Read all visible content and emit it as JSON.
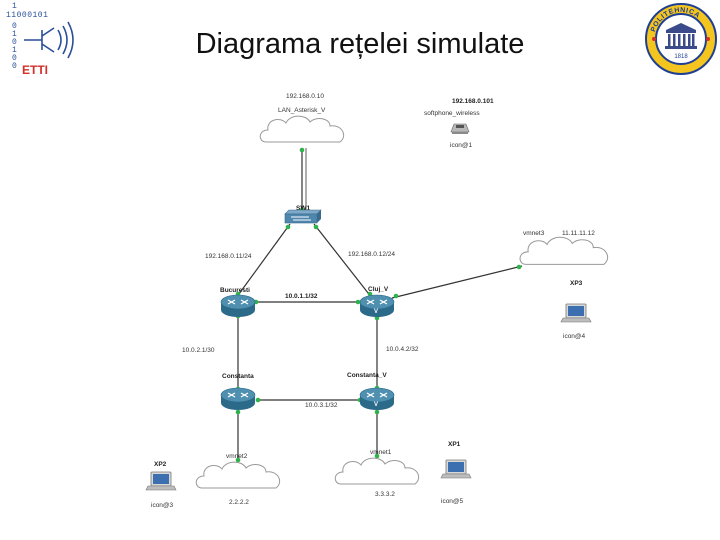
{
  "title": "Diagrama rețelei simulate",
  "logos": {
    "left": {
      "bits_row1": "1",
      "bits_row2": "11000101",
      "bits_col": [
        "0",
        "1",
        "0",
        "1",
        "0",
        "0"
      ],
      "text": "ETTI"
    },
    "right": {
      "text_top": "POLITEHNICA",
      "year": "1818"
    }
  },
  "diagram": {
    "clouds": {
      "lan": {
        "ip": "192.168.0.10",
        "name": "LAN_Asterisk_V"
      },
      "vmnet3": {
        "name": "vmnet3",
        "ip": "11.11.11.12"
      },
      "vmnet2": {
        "name": "vmnet2",
        "ip": "2.2.2.2"
      },
      "vmnet1": {
        "name": "vmnet1",
        "ip": "3.3.3.2"
      }
    },
    "softphone": {
      "ip": "192.168.0.101",
      "name": "softphone_wireless",
      "icon_label": "icon@1"
    },
    "switch": {
      "name": "SW1"
    },
    "routers": {
      "bucuresti": {
        "name": "Bucuresti"
      },
      "cluj": {
        "name": "Cluj_V",
        "badge": "V"
      },
      "constanta": {
        "name": "Constanta"
      },
      "constanta_v": {
        "name": "Constanta_V",
        "badge": "V"
      }
    },
    "links": {
      "sw_bucuresti": "192.168.0.11/24",
      "sw_cluj": "192.168.0.12/24",
      "bucuresti_cluj": "10.0.1.1/32",
      "bucuresti_constanta": "10.0.2.1/30",
      "cluj_constanta_v": "10.0.4.2/32",
      "constanta_constanta_v": "10.0.3.1/32"
    },
    "hosts": {
      "xp3": {
        "name": "XP3",
        "icon_label": "icon@4"
      },
      "xp2": {
        "name": "XP2",
        "icon_label": "icon@3"
      },
      "xp1": {
        "name": "XP1",
        "icon_label": "icon@5"
      }
    }
  }
}
